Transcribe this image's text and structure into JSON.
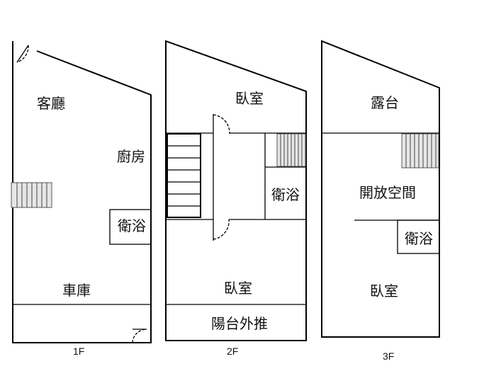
{
  "floors": [
    {
      "label": "1F",
      "rooms": {
        "living": "客廳",
        "kitchen": "廚房",
        "bath": "衛浴",
        "garage": "車庫"
      }
    },
    {
      "label": "2F",
      "rooms": {
        "bedroom_top": "臥室",
        "bath": "衛浴",
        "bedroom_bottom": "臥室",
        "balcony": "陽台外推"
      }
    },
    {
      "label": "3F",
      "rooms": {
        "terrace": "露台",
        "open_space": "開放空間",
        "bath": "衛浴",
        "bedroom": "臥室"
      }
    }
  ]
}
